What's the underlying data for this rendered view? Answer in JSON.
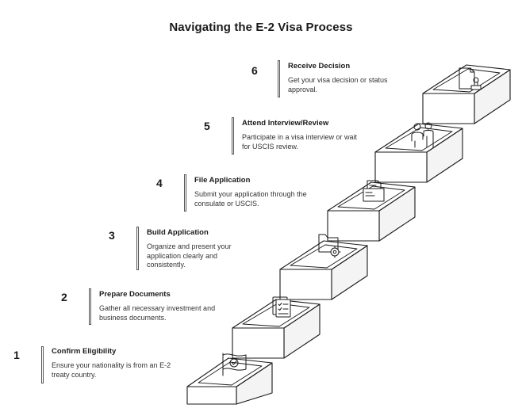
{
  "title": "Navigating the E-2 Visa Process",
  "steps": [
    {
      "number": "1",
      "heading": "Confirm Eligibility",
      "description": "Ensure your nationality is from an E-2 treaty country.",
      "icon": "flag-check-icon"
    },
    {
      "number": "2",
      "heading": "Prepare Documents",
      "description": "Gather all necessary investment and business documents.",
      "icon": "documents-checklist-icon"
    },
    {
      "number": "3",
      "heading": "Build Application",
      "description": "Organize and present your application clearly and consistently.",
      "icon": "folder-gear-icon"
    },
    {
      "number": "4",
      "heading": "File Application",
      "description": "Submit your application through the consulate or USCIS.",
      "icon": "envelope-document-icon"
    },
    {
      "number": "5",
      "heading": "Attend Interview/Review",
      "description": "Participate in a visa interview or wait for USCIS review.",
      "icon": "interview-people-icon"
    },
    {
      "number": "6",
      "heading": "Receive Decision",
      "description": "Get your visa decision or status approval.",
      "icon": "document-stamp-icon"
    }
  ]
}
